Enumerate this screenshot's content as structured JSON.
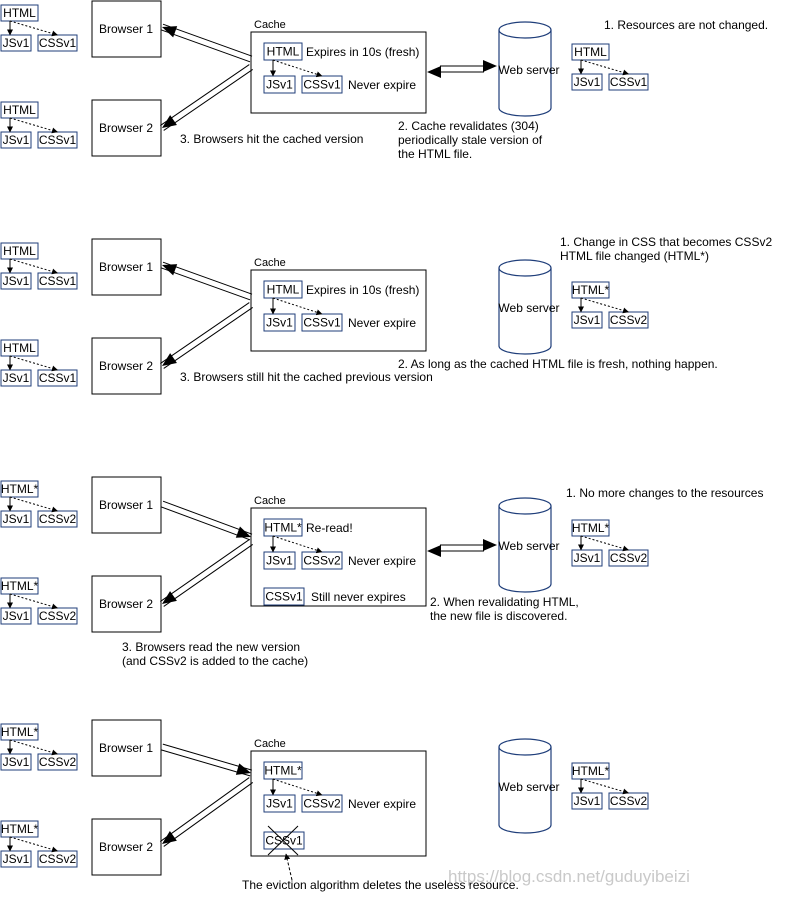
{
  "labels": {
    "browser_1": "Browser 1",
    "browser_2": "Browser 2",
    "cache": "Cache",
    "web_server": "Web server",
    "html": "HTML",
    "html_star": "HTML*",
    "jsv1": "JSv1",
    "cssv1": "CSSv1",
    "cssv2": "CSSv2",
    "expires_fresh": "Expires in 10s (fresh)",
    "never_expire": "Never expire",
    "re_read": "Re-read!",
    "still_never_expires": "Still never expires"
  },
  "watermark": "https://blog.csdn.net/guduyibeizi",
  "panels": [
    {
      "html_label": "HTML",
      "css_label": "CSSv1",
      "cache_html_label": "HTML",
      "cache_css_label": "CSSv1",
      "server_html_label": "HTML",
      "server_css_label": "CSSv1",
      "notes": [
        {
          "text": "1. Resources are not changed."
        },
        {
          "text": "2. Cache revalidates (304)"
        },
        {
          "text": "periodically stale version of"
        },
        {
          "text": "the HTML file."
        },
        {
          "text": "3. Browsers hit the cached version"
        }
      ]
    },
    {
      "html_label": "HTML",
      "css_label": "CSSv1",
      "cache_html_label": "HTML",
      "cache_css_label": "CSSv1",
      "server_html_label": "HTML*",
      "server_css_label": "CSSv2",
      "notes": [
        {
          "text": "1. Change in CSS that becomes CSSv2"
        },
        {
          "text": "HTML file changed (HTML*)"
        },
        {
          "text": "2. As long as the cached HTML file is fresh, nothing happen."
        },
        {
          "text": "3. Browsers still hit the cached previous version"
        }
      ]
    },
    {
      "html_label": "HTML*",
      "css_label": "CSSv2",
      "cache_html_label": "HTML*",
      "cache_css_label": "CSSv2",
      "server_html_label": "HTML*",
      "server_css_label": "CSSv2",
      "notes": [
        {
          "text": "1. No more changes to the resources"
        },
        {
          "text": "2. When revalidating HTML,"
        },
        {
          "text": "the new file is discovered."
        },
        {
          "text": "3. Browsers read the new version"
        },
        {
          "text": "(and CSSv2 is added to the cache)"
        }
      ]
    },
    {
      "html_label": "HTML*",
      "css_label": "CSSv2",
      "cache_html_label": "HTML*",
      "cache_css_label": "CSSv2",
      "server_html_label": "HTML*",
      "server_css_label": "CSSv2",
      "notes": [
        {
          "text": "The eviction algorithm deletes the useless resource."
        }
      ]
    }
  ]
}
